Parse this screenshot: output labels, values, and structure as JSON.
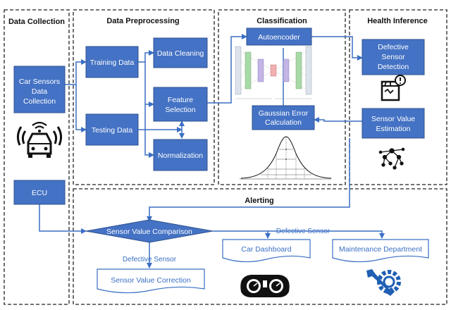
{
  "sections": {
    "data_collection": "Data Collection",
    "data_preprocessing": "Data Preprocessing",
    "classification": "Classification",
    "health_inference": "Health Inference",
    "alerting": "Alerting"
  },
  "nodes": {
    "car_sensors": [
      "Car Sensors",
      "Data",
      "Collection"
    ],
    "ecu": "ECU",
    "training_data": "Training Data",
    "testing_data": "Testing Data",
    "data_cleaning": "Data Cleaning",
    "feature_selection": [
      "Feature",
      "Selection"
    ],
    "normalization": "Normalization",
    "autoencoder": "Autoencoder",
    "gaussian_error": [
      "Gaussian Error",
      "Calculation"
    ],
    "defective_sensor_detection": [
      "Defective",
      "Sensor",
      "Detection"
    ],
    "sensor_value_estimation": [
      "Sensor Value",
      "Estimation"
    ],
    "sensor_value_comparison": "Sensor Value Comparison",
    "car_dashboard": "Car Dashboard",
    "maintenance_department": "Maintenance Department",
    "sensor_value_correction": "Sensor Value Correction"
  },
  "edge_labels": {
    "defective_to_dashboard": "Defective Sensor",
    "defective_to_correction": "Defective Sensor"
  },
  "icons": [
    "car-sensor-icon",
    "package-alert-icon",
    "network-tree-icon",
    "dashboard-gauge-icon",
    "wrench-gear-icon"
  ],
  "colors": {
    "box_fill": "#4472c4",
    "box_stroke": "#2f528f",
    "arrow": "#3a6fc4",
    "doc_fill": "#ffffff"
  }
}
